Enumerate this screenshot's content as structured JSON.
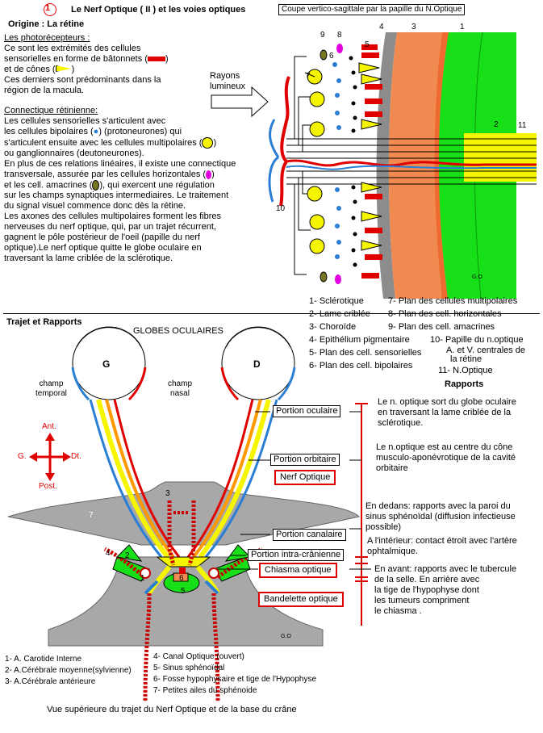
{
  "header": {
    "num": "1",
    "title": "Le Nerf Optique ( II )  et les voies optiques"
  },
  "origine": "Origine :    La rétine",
  "retina_box": "Coupe vertico-sagittale par la papille du N.Optique",
  "photo": {
    "heading": "Les photorécepteurs :",
    "p1": "Ce sont les extrémités des cellules\nsensorielles en forme de bâtonnets (",
    "p1b": ")",
    "p2": "et de cônes (",
    "p2b": ")",
    "p3": "Ces derniers sont prédominants dans la\nrégion de la macula."
  },
  "connect": {
    "heading": "Connectique rétinienne:",
    "l1": "Les cellules sensorielles  s'articulent avec",
    "l2a": "les  cellules bipolaires (",
    "l2b": ") (protoneurones) qui",
    "l3a": "s'articulent ensuite avec  les cellules  multipolaires (",
    "l3b": ")",
    "l4": "ou ganglionnaires (deutoneurones).",
    "l5": "En plus de ces relations linéaires, il existe une connectique",
    "l6a": "transversale, assurée par les cellules horizontales (",
    "l6b": ")",
    "l7a": "et les cell. amacrines (",
    "l7b": "), qui exercent une régulation",
    "l8": "sur les champs synaptiques intermediaires. Le traitement",
    "l9": "du signal visuel  commence donc dès la rétine.",
    "axons": "Les axones des cellules multipolaires forment les fibres\n  nerveuses du nerf optique, qui, par un  trajet  récurrent,\n  gagnent le pôle  postérieur de l'oeil (papille du  nerf\n  optique).Le nerf optique quitte le globe  oculaire en\n  traversant la lame criblée de la sclérotique."
  },
  "rayons": "Rayons\nlumineux",
  "layer_nums": [
    "4",
    "3",
    "1",
    "2",
    "11",
    "9",
    "8",
    "5",
    "6",
    "7",
    "10"
  ],
  "retina_legend": {
    "left": [
      "1- Sclérotique",
      "2- Lame criblée",
      "3- Choroïde",
      "4- Epithélium pigmentaire",
      "5- Plan des cell. sensorielles",
      "6- Plan des cell. bipolaires"
    ],
    "right": [
      "7- Plan des cellules multipolaires",
      "8- Plan des cell. horizontales",
      "9- Plan des cell. amacrines",
      "10- Papille du n.optique",
      "A. et V. centrales de",
      "la rétine",
      "11- N.Optique"
    ]
  },
  "signature": "G.O",
  "trajet": "Trajet et Rapports",
  "globes": "GLOBES   OCULAIRES",
  "eye_g": "G",
  "eye_d": "D",
  "champ_temporal": "champ\ntemporal",
  "champ_nasal": "champ\nnasal",
  "compass": {
    "ant": "Ant.",
    "post": "Post.",
    "g": "G.",
    "dt": "Dt."
  },
  "base_nums": [
    "3",
    "7",
    "4",
    "2",
    "1",
    "6",
    "5"
  ],
  "portions": {
    "oculaire": "Portion oculaire",
    "orbitaire": "Portion orbitaire",
    "nerf": "Nerf Optique",
    "canalaire": "Portion canalaire",
    "intra": "Portion intra-crânienne",
    "chiasma": "Chiasma optique",
    "bandelette": "Bandelette optique"
  },
  "rapports": {
    "heading": "Rapports",
    "r1": "Le n. optique sort du globe oculaire\n  en  traversant la lame criblée de la\n  sclérotique.",
    "r2": "Le n.optique est au centre du cône\nmusculo-aponévrotique de la cavité\norbitaire",
    "r3": "En dedans: rapports avec la paroi du\nsinus sphénoïdal (diffusion infectieuse\n              possible)",
    "r4": "A l'intérieur: contact étroit avec l'artère\n   ophtalmique.",
    "r5": "En avant: rapports avec le tubercule\n     de la selle. En  arrière avec\n     la tige de l'hypophyse dont\n     les tumeurs  compriment\n     le chiasma ."
  },
  "base_legend": {
    "left": [
      "1- A. Carotide Interne",
      "2- A.Cérébrale moyenne(sylvienne)",
      "3- A.Cérébrale antérieure"
    ],
    "right": [
      "4- Canal Optique (ouvert)",
      "5- Sinus sphénoïdal",
      "6- Fosse hypophysaire et tige de l'Hypophyse",
      "7- Petites ailes du sphénoide"
    ]
  },
  "caption": "Vue supérieure du trajet du Nerf Optique et de la base du crâne",
  "colors": {
    "sclera": "#18e018",
    "choroid": "#f08a50",
    "epithelium": "#8c8c8c",
    "red": "#e00000",
    "blue": "#2a7fd4",
    "yellow": "#f5f500",
    "orange": "#ff9900",
    "bone": "#a8a8a8"
  }
}
